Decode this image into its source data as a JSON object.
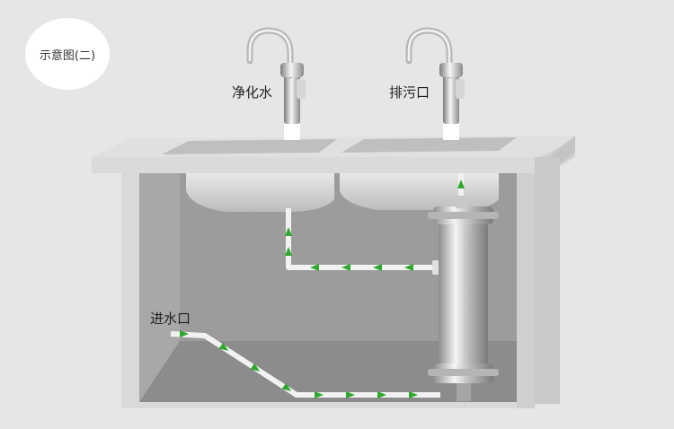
{
  "badge": {
    "text": "示意图(二)"
  },
  "labels": {
    "purified": "净化水",
    "drain": "排污口",
    "inlet": "进水口"
  },
  "colors": {
    "background": "#e6e6e6",
    "counter": "#d8d8d8",
    "cabinet_interior": "#9a9a9a",
    "pipe": "#f2f2f2",
    "flow_arrow": "#2fa82f",
    "filter_metal": "#cfcfcf"
  },
  "icons": [
    "faucet-icon",
    "flow-arrow-icon",
    "water-filter-icon"
  ]
}
